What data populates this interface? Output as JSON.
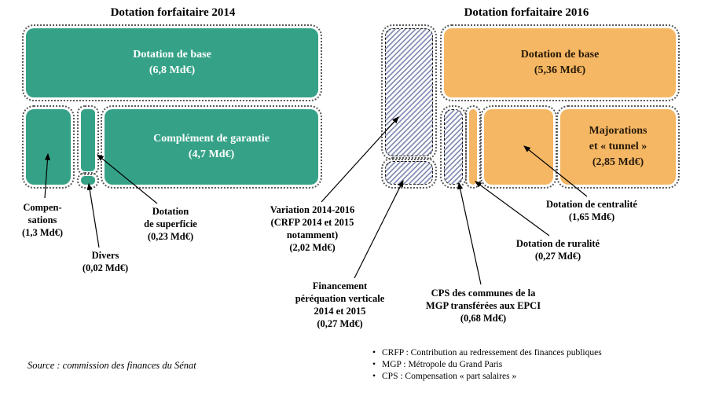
{
  "chart2014": {
    "title": "Dotation forfaitaire 2014",
    "blocks": {
      "base": "Dotation de base\n(6,8 Md€)",
      "garantie": "Complément de garantie\n(4,7 Md€)"
    },
    "callouts": {
      "compensations": "Compen-\nsations\n(1,3 Md€)",
      "divers": "Divers\n(0,02 Md€)",
      "superficie": "Dotation\nde superficie\n(0,23 Md€)"
    }
  },
  "chart2016": {
    "title": "Dotation forfaitaire 2016",
    "blocks": {
      "base": "Dotation de base\n(5,36 Md€)",
      "majorations": "Majorations\net « tunnel »\n(2,85 Md€)"
    },
    "callouts": {
      "variation": "Variation 2014-2016\n(CRFP 2014 et 2015\nnotamment)\n(2,02 Md€)",
      "perequation": "Financement\npéréquation verticale\n2014 et 2015\n(0,27 Md€)",
      "cps": "CPS des communes de la\nMGP transférées aux EPCI\n(0,68 Md€)",
      "ruralite": "Dotation de ruralité\n(0,27 Md€)",
      "centralite": "Dotation de centralité\n(1,65 Md€)"
    }
  },
  "source": "Source : commission des finances du Sénat",
  "legend": [
    "CRFP : Contribution au redressement des finances publiques",
    "MGP : Métropole du Grand Paris",
    "CPS : Compensation « part salaires »"
  ],
  "colors": {
    "teal": "#35a287",
    "orange": "#f5b763",
    "hatch": "#8791b5"
  }
}
